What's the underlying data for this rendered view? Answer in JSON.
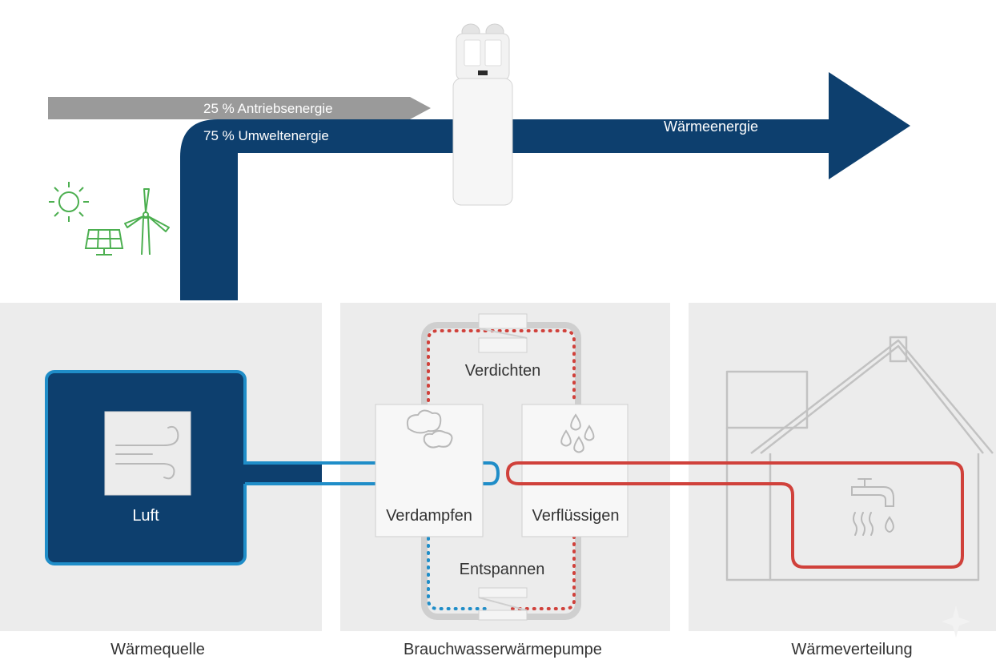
{
  "arrow": {
    "drive_energy": "25 % Antriebsenergie",
    "environmental_energy": "75 % Umweltenergie",
    "heat_energy": "Wärmeenergie"
  },
  "source": {
    "tile_label": "Luft",
    "column_label": "Wärmequelle"
  },
  "heat_pump": {
    "compress": "Verdichten",
    "evaporate": "Verdampfen",
    "condense": "Verflüssigen",
    "expand": "Entspannen",
    "column_label": "Brauchwasserwärmepumpe"
  },
  "distribution": {
    "column_label": "Wärmeverteilung"
  },
  "icons": {
    "renewables": [
      "sun-icon",
      "solar-panel-icon",
      "wind-turbine-icon"
    ],
    "air": "wind-icon",
    "evaporation": "cloud-icon",
    "condensation": "droplets-icon",
    "tap": "faucet-icon"
  },
  "colors": {
    "navy": "#0d3f6e",
    "grey_arrow": "#9a9a9a",
    "cold_blue": "#1f8dc8",
    "warm_red": "#d0413b",
    "panel_bg": "#ececec",
    "renewable_green": "#4caf50"
  }
}
